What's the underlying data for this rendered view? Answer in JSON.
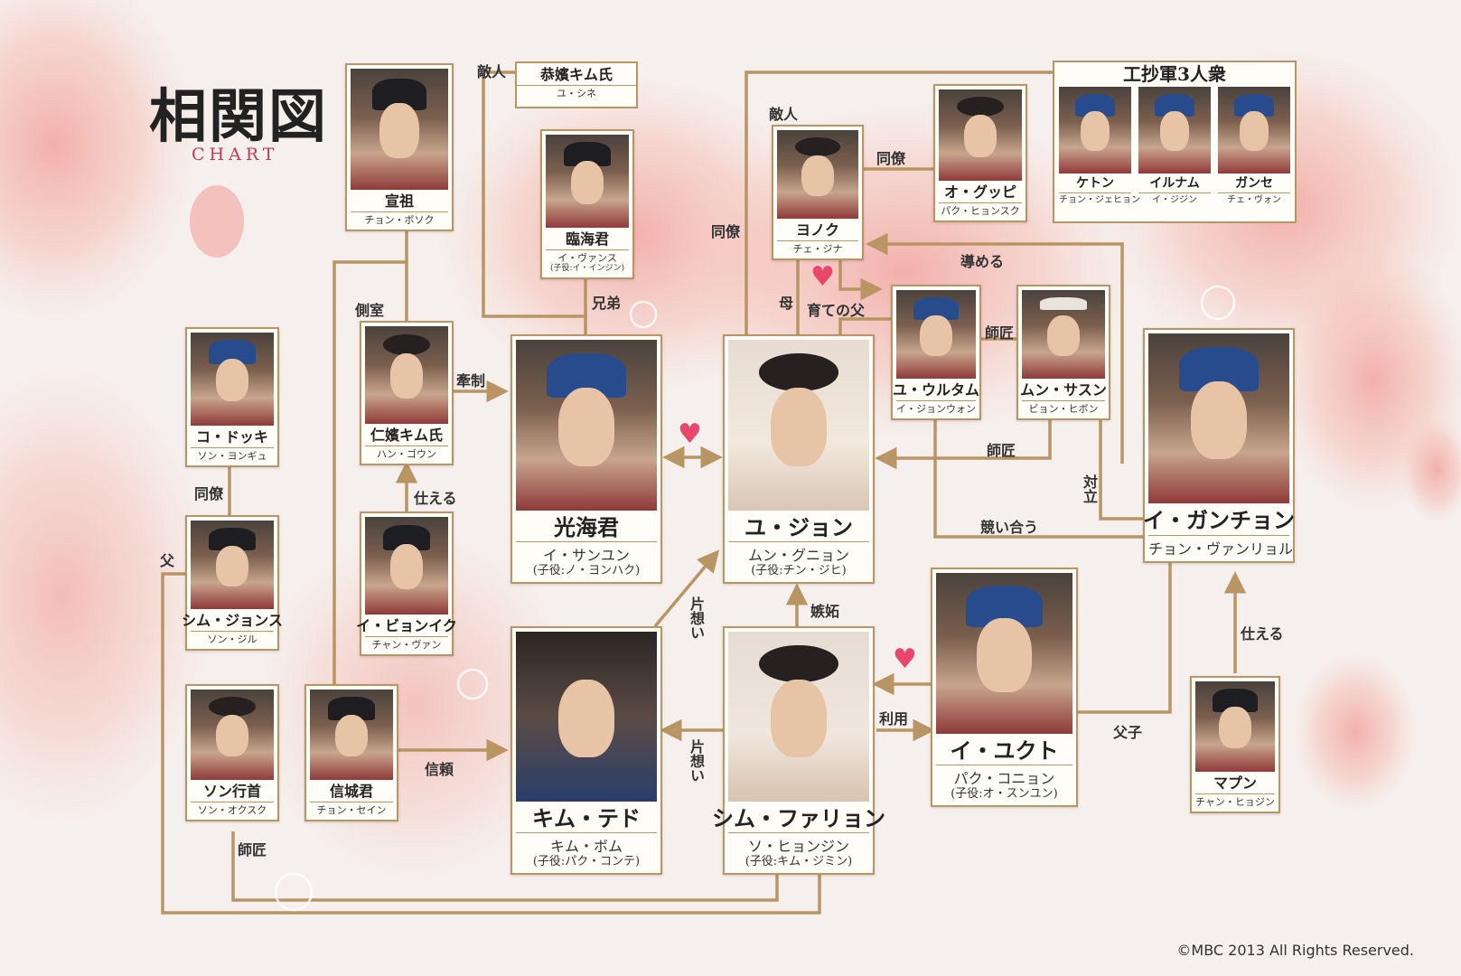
{
  "title": "相関図",
  "subtitle": "CHART",
  "copyright": "©MBC 2013 All Rights Reserved.",
  "colors": {
    "line": "#b89563",
    "heart": "#e8466a",
    "accent": "#c9374d"
  },
  "characters": {
    "seonjo": {
      "name": "宣祖",
      "actor": "チョン・ボソク"
    },
    "kimshi": {
      "name": "恭嬪キム氏",
      "actor": "ユ・シネ"
    },
    "imhae": {
      "name": "臨海君",
      "actor": "イ・ヴァンス",
      "child": "(子役:イ・インジン)"
    },
    "injin": {
      "name": "仁嬪キム氏",
      "actor": "ハン・ゴウン"
    },
    "lee_pyoni": {
      "name": "イ・ビョンイク",
      "actor": "チャン・ヴァン"
    },
    "kodokki": {
      "name": "コ・ドッキ",
      "actor": "ソン・ヨンギュ"
    },
    "shim_jongsu": {
      "name": "シム・ジョンス",
      "actor": "ソン・ジル"
    },
    "son": {
      "name": "ソン行首",
      "actor": "ソン・オクスク"
    },
    "shinseong": {
      "name": "信城君",
      "actor": "チョン・セイン"
    },
    "gwanghae": {
      "name": "光海君",
      "actor": "イ・サンユン",
      "child": "(子役:ノ・ヨンハク)"
    },
    "yujong": {
      "name": "ユ・ジョン",
      "actor": "ムン・グニョン",
      "child": "(子役:チン・ジヒ)"
    },
    "kimtedo": {
      "name": "キム・テド",
      "actor": "キム・ボム",
      "child": "(子役:パク・コンテ)"
    },
    "shimhwaryong": {
      "name": "シム・ファリョン",
      "actor": "ソ・ヒョンジン",
      "child": "(子役:キム・ジミン)"
    },
    "yonok": {
      "name": "ヨノク",
      "actor": "チェ・ジナ"
    },
    "ogupi": {
      "name": "オ・グッピ",
      "actor": "パク・ヒョンスク"
    },
    "group": {
      "name": "工抄軍3人衆"
    },
    "kettol": {
      "name": "ケトン",
      "actor": "チョン・ジェヒョン"
    },
    "irunam": {
      "name": "イルナム",
      "actor": "イ・ジジン"
    },
    "gangse": {
      "name": "ガンセ",
      "actor": "チェ・ヴォン"
    },
    "yuultam": {
      "name": "ユ・ウルタム",
      "actor": "イ・ジョンウォン"
    },
    "munsasun": {
      "name": "ムン・サスン",
      "actor": "ビョン・ヒボン"
    },
    "leegangchon": {
      "name": "イ・ガンチョン",
      "actor": "チョン・ヴァンリョル"
    },
    "leeyukto": {
      "name": "イ・ユクト",
      "actor": "パク・コニョン",
      "child": "(子役:オ・スンユン)"
    },
    "mapun": {
      "name": "マプン",
      "actor": "チャン・ヒョジン"
    }
  },
  "relations": {
    "enemy1": "敵人",
    "brother": "兄弟",
    "concubine": "側室",
    "restrain": "牽制",
    "serve1": "仕える",
    "colleague1": "同僚",
    "father": "父",
    "trust": "信頼",
    "teacher1": "師匠",
    "colleague2": "同僚",
    "enemy2": "敵人",
    "colleague3": "同僚",
    "mother": "母",
    "foster_father": "育ての父",
    "guide": "導める",
    "teacher2": "師匠",
    "teacher3": "師匠",
    "compete": "競い合う",
    "oppose": "対立",
    "onesided1": "片想い",
    "onesided2": "片想い",
    "jealousy": "嫉妬",
    "use": "利用",
    "father_son": "父子",
    "serve2": "仕える"
  }
}
